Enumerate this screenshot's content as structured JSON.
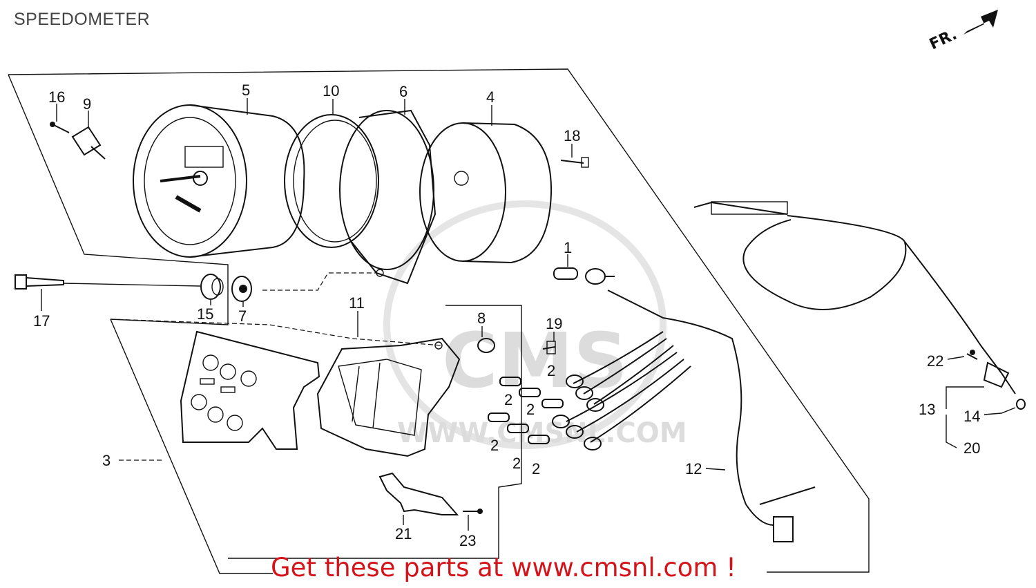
{
  "diagram": {
    "title": "SPEEDOMETER",
    "front_marker": "FR.",
    "watermark": "CMS",
    "watermark_url": "WWW.CMSNL.COM",
    "promo_text": "Get these parts at www.cmsnl.com !",
    "callouts": [
      "16",
      "9",
      "5",
      "10",
      "6",
      "4",
      "18",
      "1",
      "17",
      "15",
      "7",
      "11",
      "8",
      "19",
      "2",
      "2",
      "2",
      "2",
      "2",
      "2",
      "2",
      "3",
      "21",
      "23",
      "12",
      "22",
      "13",
      "14",
      "20"
    ]
  }
}
